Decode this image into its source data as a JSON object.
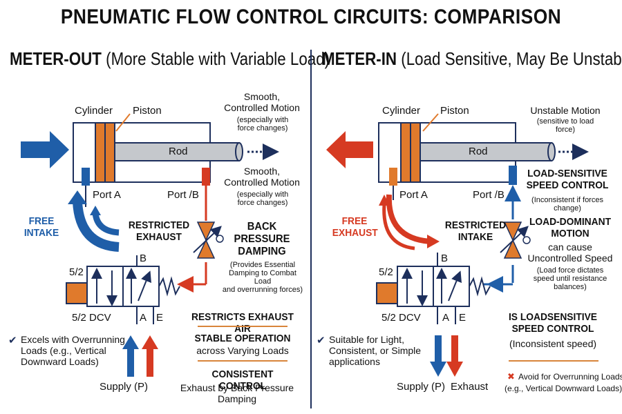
{
  "title": "PNEUMATIC FLOW CONTROL CIRCUITS: COMPARISON",
  "meter_out": {
    "heading": "METER-OUT",
    "subheading": "(More Stable with Variable Load)",
    "cylinder_label": "Cylinder",
    "piston_label": "Piston",
    "rod_label": "Rod",
    "port_a": "Port A",
    "port_b": "Port /B",
    "motion_title_1": "Smooth,\nControlled Motion",
    "motion_note_1": "(especially with\nforce changes)",
    "motion_title_2": "Smooth,\nControlled Motion",
    "motion_note_2": "(especially with\nforce changes)",
    "free_intake": "FREE\nINTAKE",
    "restricted": "RESTRICTED\nEXHAUST",
    "back_pressure": "BACK\nPRESSURE\nDAMPING",
    "back_pressure_note": "(Provides Essential\nDamping to Combat Load\nand overrunning forces)",
    "valve_52": "5/2",
    "valve_b": "B",
    "valve_dcv": "5/2 DCV",
    "valve_a": "A",
    "valve_e": "E",
    "restricts": "RESTRICTS EXHAUST AIR",
    "stable_op": "STABLE OPERATION",
    "stable_op_sub": "across Varying Loads",
    "consistent": "CONSISTENT CONTROL",
    "consistent_sub": "Exhaust by Back Pressure Damping",
    "check_mark": "✔",
    "excels": "Excels with Overrunning\nLoads (e.g., Vertical\nDownward Loads)",
    "supply": "Supply (P)"
  },
  "meter_in": {
    "heading": "METER-IN",
    "subheading": "(Load Sensitive, May Be Unstable)",
    "cylinder_label": "Cylinder",
    "piston_label": "Piston",
    "rod_label": "Rod",
    "port_a": "Port A",
    "port_b": "Port /B",
    "motion_title": "Unstable Motion",
    "motion_note": "(sensitive to load\nforce)",
    "free_exhaust": "FREE\nEXHAUST",
    "restricted": "RESTRICTED\nINTAKE",
    "load_sensitive": "LOAD-SENSITIVE\nSPEED CONTROL",
    "load_sensitive_note": "(Inconsistent if forces change)",
    "load_dominant": "LOAD-DOMINANT\nMOTION",
    "load_dominant_sub": "can cause\nUncontrolled Speed",
    "load_dominant_note": "(Load force dictates\nspeed until resistance\nbalances)",
    "valve_52": "5/2",
    "valve_b": "B",
    "valve_dcv": "5/2 DCV",
    "valve_a": "A",
    "valve_e": "E",
    "is_load": "IS LOADSENSITIVE\nSPEED CONTROL",
    "is_load_sub": "(Inconsistent speed)",
    "check_mark": "✔",
    "suitable": "Suitable for Light,\nConsistent, or Simple\napplications",
    "supply": "Supply (P)",
    "exhaust": "Exhaust",
    "cross_mark": "✖",
    "avoid": "Avoid for Overrunning Loads",
    "avoid_sub": "(e.g., Vertical Downward Loads)"
  },
  "colors": {
    "blue": "#1f5ea8",
    "red": "#d63a22",
    "orange": "#e07a2c",
    "navy": "#1d2f5c"
  }
}
